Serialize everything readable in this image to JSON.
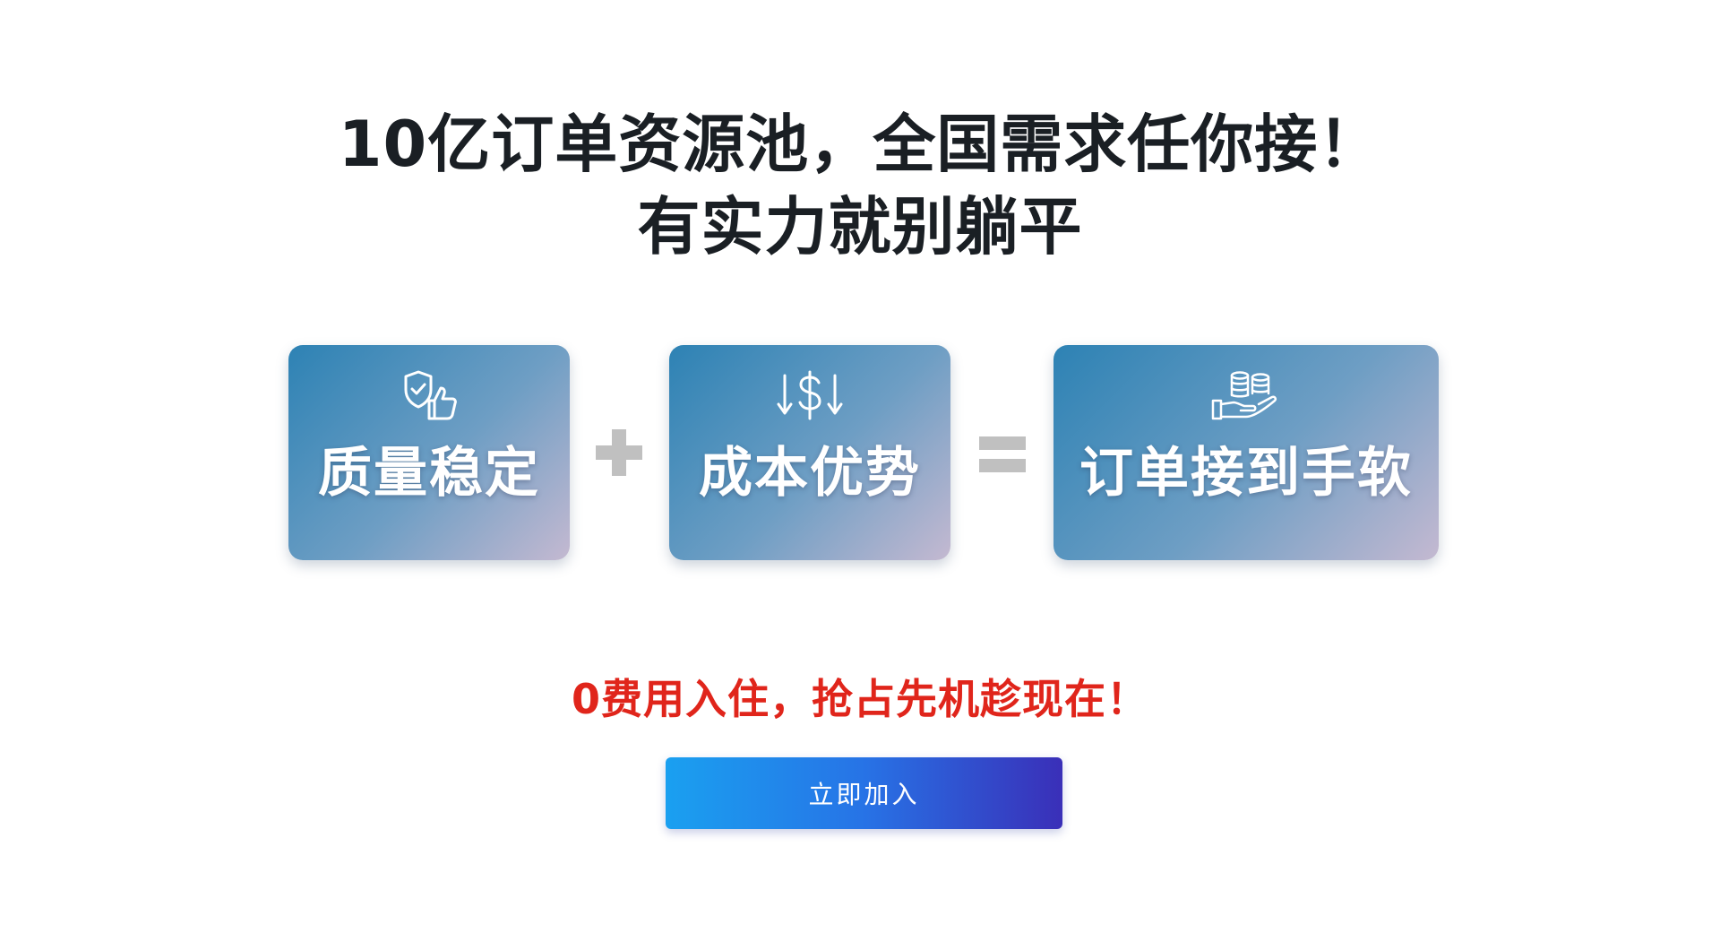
{
  "headline": {
    "line1": "10亿订单资源池，全国需求任你接！",
    "line2": "有实力就别躺平"
  },
  "features": [
    {
      "label": "质量稳定",
      "icon": "shield-thumbs-up-icon"
    },
    {
      "label": "成本优势",
      "icon": "dollar-down-arrows-icon"
    },
    {
      "label": "订单接到手软",
      "icon": "hand-coins-icon"
    }
  ],
  "operators": {
    "plus": "plus-icon",
    "equals": "equals-icon"
  },
  "subline": "0费用入住，抢占先机趁现在！",
  "cta": {
    "label": "立即加入"
  },
  "colors": {
    "headline": "#1a1f24",
    "subline": "#e0251b",
    "card_gradient_start": "#2d82b4",
    "card_gradient_end": "#c4b9d1",
    "cta_gradient_start": "#1aa0f0",
    "cta_gradient_end": "#3a2fb8",
    "operator": "#c0c0c0"
  }
}
